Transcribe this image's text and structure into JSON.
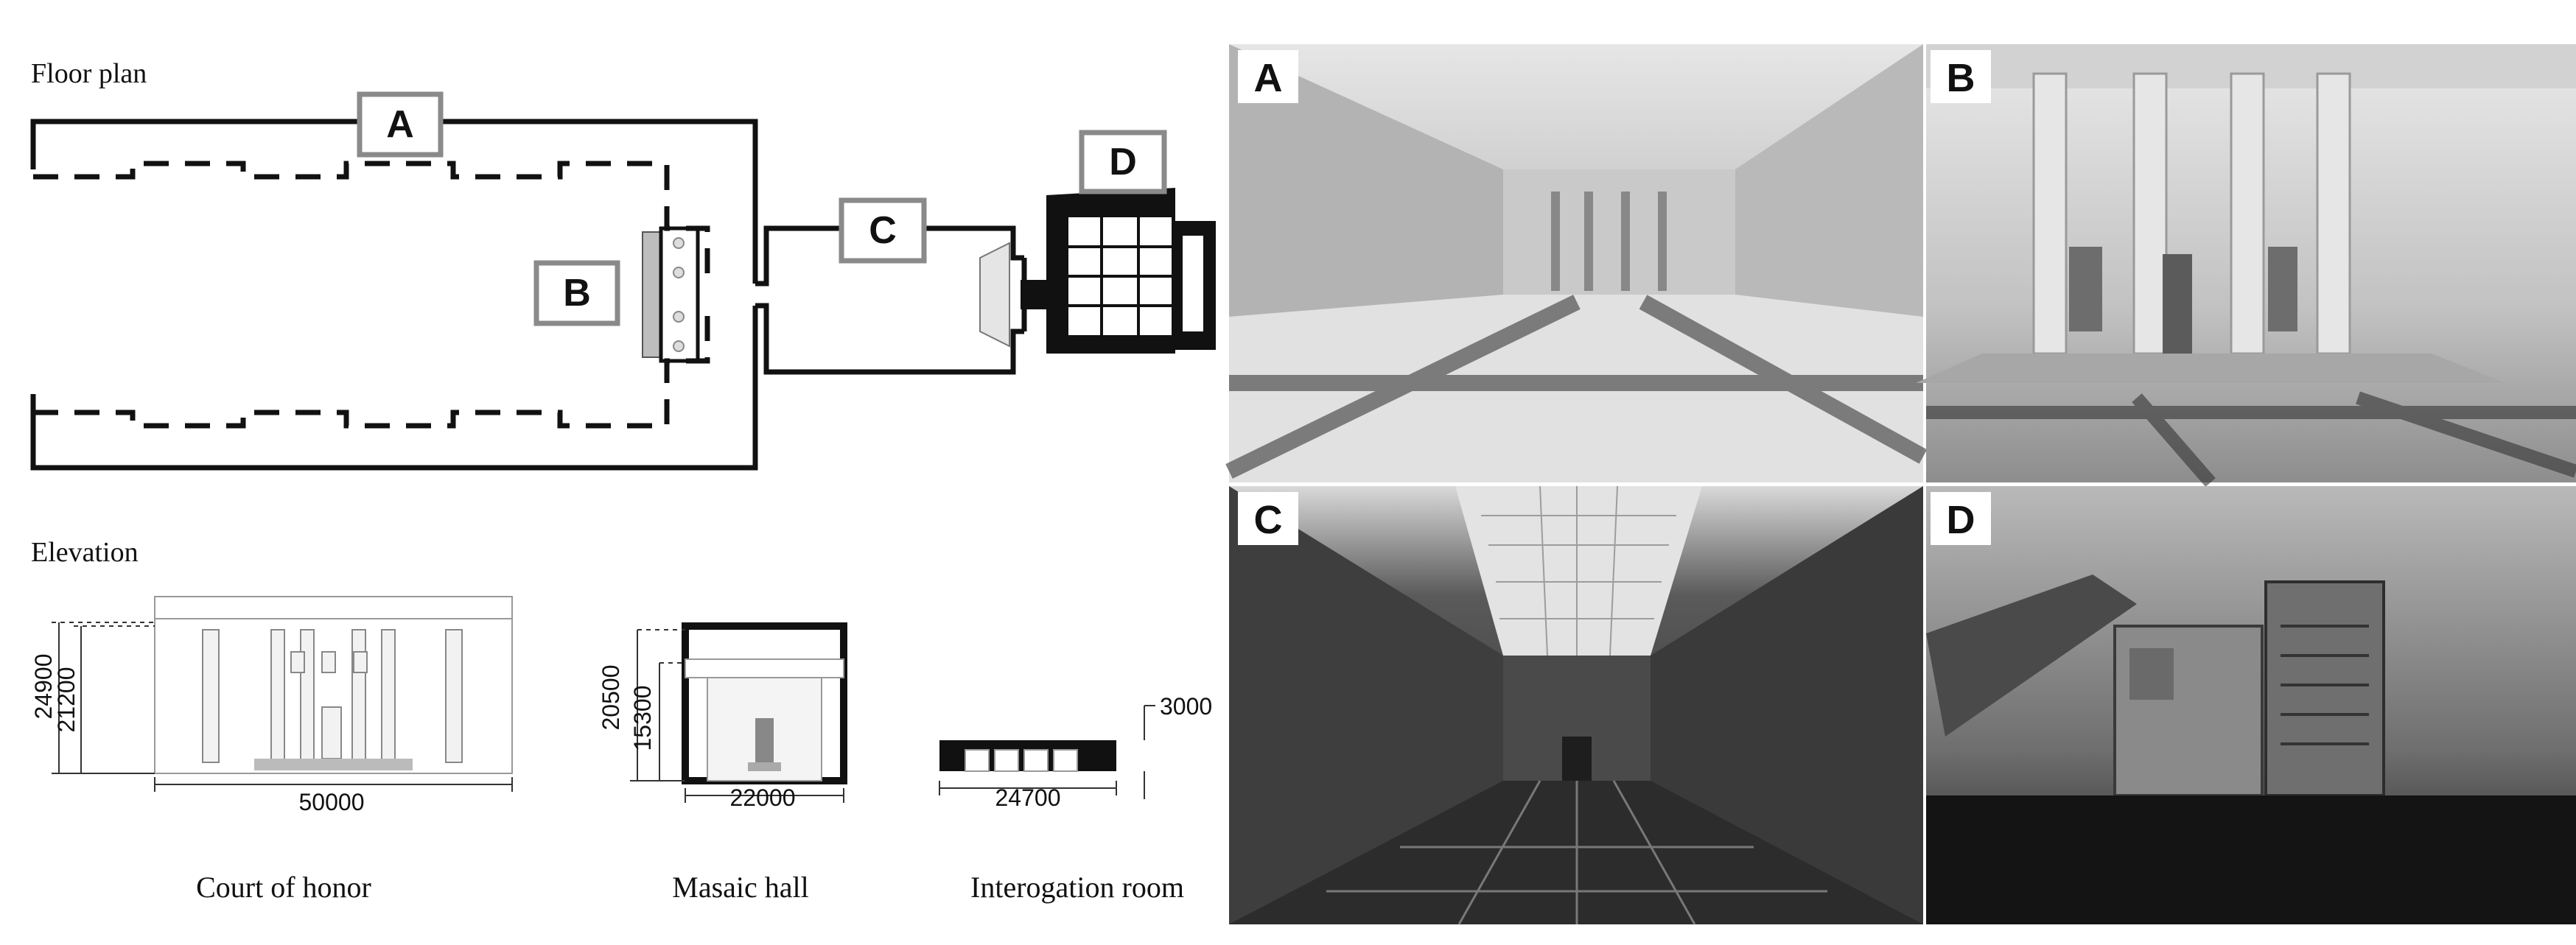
{
  "floor_plan": {
    "title": "Floor plan",
    "labels": [
      "A",
      "B",
      "C",
      "D"
    ]
  },
  "elevation": {
    "title": "Elevation",
    "court": {
      "caption": "Court of honor",
      "dim_height_outer": "24900",
      "dim_height_inner": "21200",
      "dim_width": "50000"
    },
    "mosaic": {
      "caption": "Masaic hall",
      "dim_height_outer": "20500",
      "dim_height_inner": "15300",
      "dim_width": "22000"
    },
    "interrogation": {
      "caption": "Interogation room",
      "dim_height": "3000",
      "dim_width": "24700"
    }
  },
  "photos": [
    {
      "label": "A",
      "tone_top": "#cfcfcf",
      "tone_bottom": "#8a8a8a"
    },
    {
      "label": "B",
      "tone_top": "#d8d8d8",
      "tone_bottom": "#9a9a9a"
    },
    {
      "label": "C",
      "tone_top": "#5e5e5e",
      "tone_bottom": "#2a2a2a"
    },
    {
      "label": "D",
      "tone_top": "#9c9c9c",
      "tone_bottom": "#2e2e2e"
    }
  ]
}
